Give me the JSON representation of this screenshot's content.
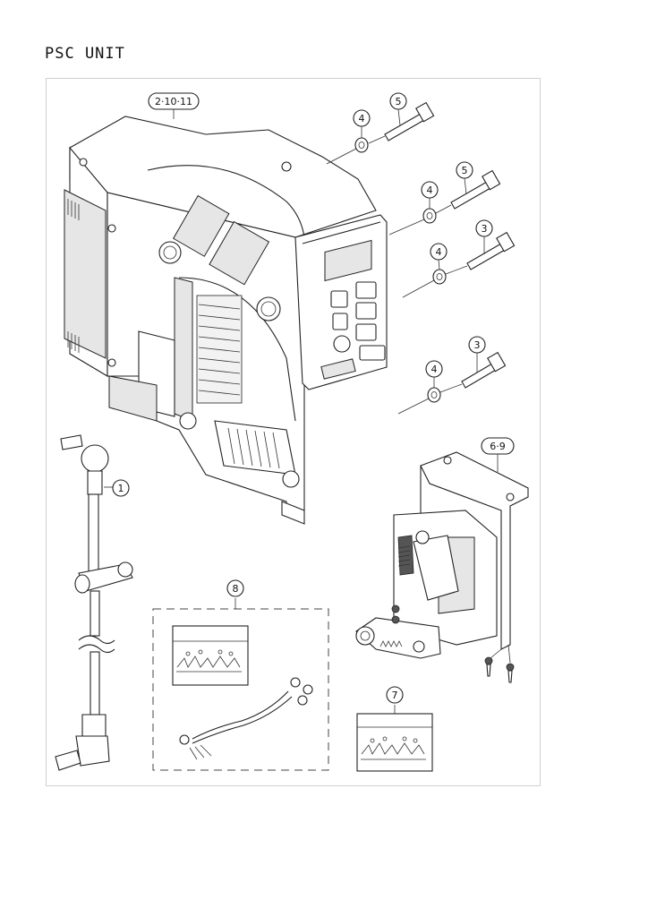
{
  "title": "PSC UNIT",
  "callouts": {
    "c_2_10_11": "2·10·11",
    "c_4a": "4",
    "c_5a": "5",
    "c_4b": "4",
    "c_5b": "5",
    "c_4c": "4",
    "c_3a": "3",
    "c_3b": "3",
    "c_4d": "4",
    "c_6_9": "6·9",
    "c_1": "1",
    "c_8": "8",
    "c_7": "7"
  }
}
